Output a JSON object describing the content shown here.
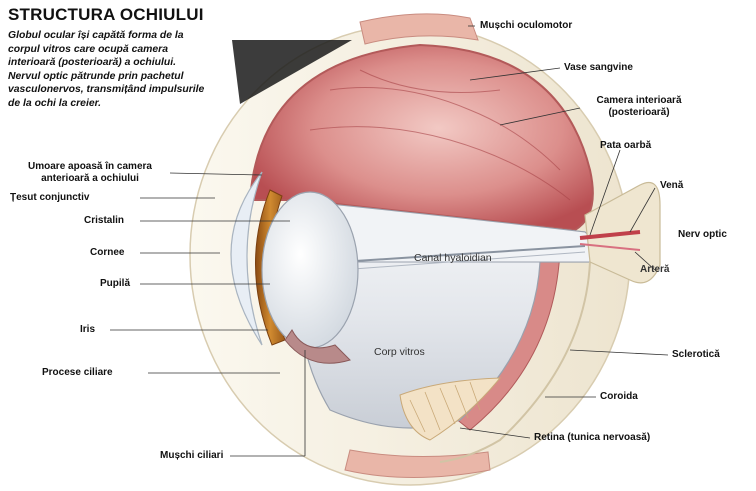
{
  "title": "STRUCTURA OCHIULUI",
  "description": [
    "Globul ocular își capătă forma de la",
    "corpul vitros care ocupă camera",
    "interioară (posterioară) a ochiului.",
    "Nervul optic pătrunde prin pachetul",
    "vasculonervos, transmițând impulsurile",
    "de la ochi la creier."
  ],
  "labels": {
    "muschi_oculomotor": "Mușchi oculomotor",
    "vase_sangvine": "Vase sangvine",
    "camera_interioara_1": "Camera interioară",
    "camera_interioara_2": "(posterioară)",
    "pata_oarba": "Pata oarbă",
    "vena": "Venă",
    "nerv_optic": "Nerv optic",
    "artera": "Arteră",
    "sclerotica": "Sclerotică",
    "coroida": "Coroida",
    "retina": "Retina (tunica nervoasă)",
    "umoare_1": "Umoare apoasă în camera",
    "umoare_2": "anterioară a ochiului",
    "tesut_conjunctiv": "Țesut conjunctiv",
    "cristalin": "Cristalin",
    "cornee": "Cornee",
    "pupila": "Pupilă",
    "iris": "Iris",
    "procese_ciliare": "Procese ciliare",
    "muschi_ciliari": "Mușchi ciliari",
    "canal_hyaloidian": "Canal hyaloidian",
    "corp_vitros": "Corp vitros"
  },
  "colors": {
    "sclera": "#f4efe2",
    "choroid": "#d98a8a",
    "retina_inner": "#c96a6a",
    "vitreous": "#e2e6ec",
    "lens": "#eef1f4",
    "iris": "#c07a2a",
    "optic_nerve": "#efe6d0"
  }
}
